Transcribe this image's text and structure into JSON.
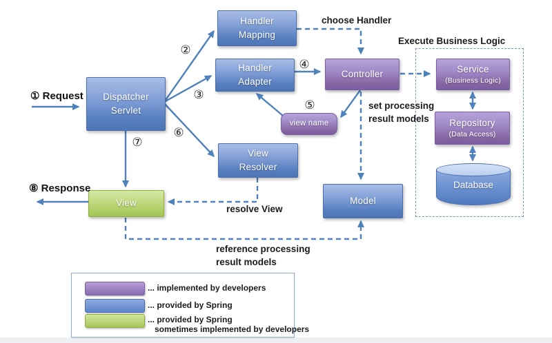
{
  "colors": {
    "spring_blue": "#4f81bd",
    "box_blue_top": "#a8bde6",
    "box_blue_bottom": "#4e76b6",
    "box_purple_top": "#b7a3d8",
    "box_purple_bottom": "#7d5da5",
    "box_green_top": "#d5e7a5",
    "box_green_bottom": "#a3c455",
    "arrow": "#4f81bd"
  },
  "nodes": {
    "dispatcher_servlet": {
      "line1": "Dispatcher",
      "line2": "Servlet"
    },
    "handler_mapping": {
      "line1": "Handler",
      "line2": "Mapping"
    },
    "handler_adapter": {
      "line1": "Handler",
      "line2": "Adapter"
    },
    "view_resolver": {
      "line1": "View",
      "line2": "Resolver"
    },
    "controller": {
      "label": "Controller"
    },
    "view_name": {
      "label": "view name"
    },
    "view": {
      "label": "View"
    },
    "model": {
      "label": "Model"
    },
    "service": {
      "label": "Service",
      "sublabel": "(Business Logic)"
    },
    "repository": {
      "label": "Repository",
      "sublabel": "(Data Access)"
    },
    "database": {
      "label": "Database"
    }
  },
  "flow": {
    "request_num": "①",
    "request_label": "Request",
    "response_num": "⑧",
    "response_label": "Response",
    "step2": "②",
    "step3": "③",
    "step4": "④",
    "step5": "⑤",
    "step6": "⑥",
    "step7": "⑦"
  },
  "labels": {
    "choose_handler": "choose Handler",
    "execute_business_logic": "Execute Business Logic",
    "set_processing_line1": "set processing",
    "set_processing_line2": "result models",
    "resolve_view": "resolve View",
    "reference_line1": "reference processing",
    "reference_line2": "result models"
  },
  "legend": {
    "items": [
      {
        "line1": "... implemented by developers",
        "line2": ""
      },
      {
        "line1": "... provided by Spring",
        "line2": ""
      },
      {
        "line1": "... provided by Spring",
        "line2": "sometimes implemented  by developers"
      }
    ]
  }
}
